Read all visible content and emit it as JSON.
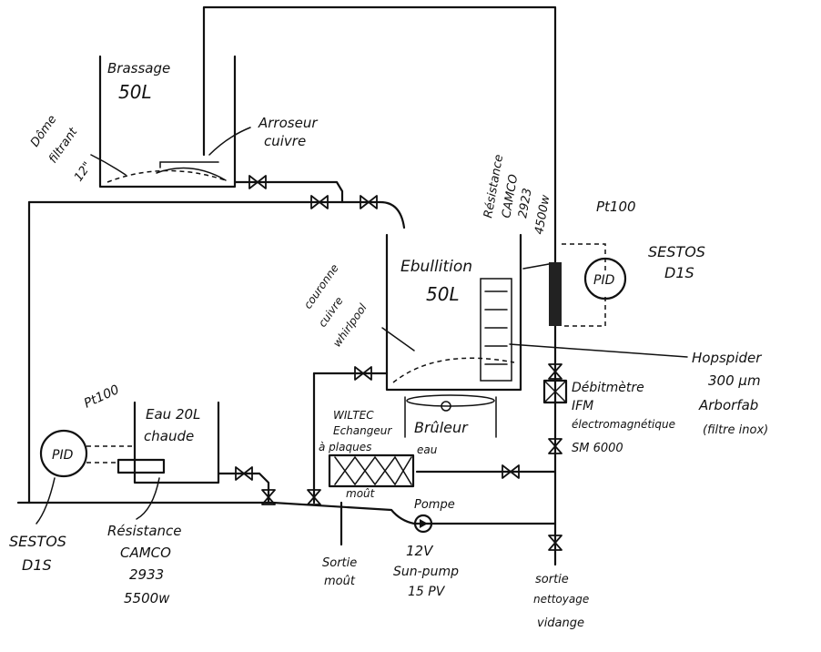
{
  "labels": {
    "brassage": "Brassage",
    "brassage_vol": "50L",
    "arroseur_1": "Arroseur",
    "arroseur_2": "cuivre",
    "dome_1": "Dôme",
    "dome_2": "filtrant",
    "dome_3": "12\"",
    "res_top_1": "Résistance",
    "res_top_2": "CAMCO",
    "res_top_3": "2923",
    "res_top_4": "4500w",
    "pt100_top": "Pt100",
    "sestos_top_1": "SESTOS",
    "sestos_top_2": "D1S",
    "pid_top": "PID",
    "ebullition": "Ebullition",
    "ebullition_vol": "50L",
    "couronne_1": "couronne",
    "couronne_2": "cuivre",
    "couronne_3": "whirlpool",
    "hopspider_1": "Hopspider",
    "hopspider_2": "300 µm",
    "hopspider_3": "Arborfab",
    "hopspider_4": "(filtre inox)",
    "debit_1": "Débitmètre",
    "debit_2": "IFM",
    "debit_3": "électromagnétique",
    "debit_4": "SM 6000",
    "pt100_left": "Pt100",
    "eau_1": "Eau 20L",
    "eau_2": "chaude",
    "pid_left": "PID",
    "wiltec_1": "WILTEC",
    "wiltec_2": "Echangeur",
    "wiltec_3": "à plaques",
    "wiltec_eau": "eau",
    "wiltec_mout": "moût",
    "bruleur": "Brûleur",
    "pompe": "Pompe",
    "pump_1": "12V",
    "pump_2": "Sun-pump",
    "pump_3": "15 PV",
    "sortie_mout_1": "Sortie",
    "sortie_mout_2": "moût",
    "sortie_net_1": "sortie",
    "sortie_net_2": "nettoyage",
    "sortie_net_3": "vidange",
    "sestos_bot_1": "SESTOS",
    "sestos_bot_2": "D1S",
    "res_bot_1": "Résistance",
    "res_bot_2": "CAMCO",
    "res_bot_3": "2933",
    "res_bot_4": "5500w"
  }
}
